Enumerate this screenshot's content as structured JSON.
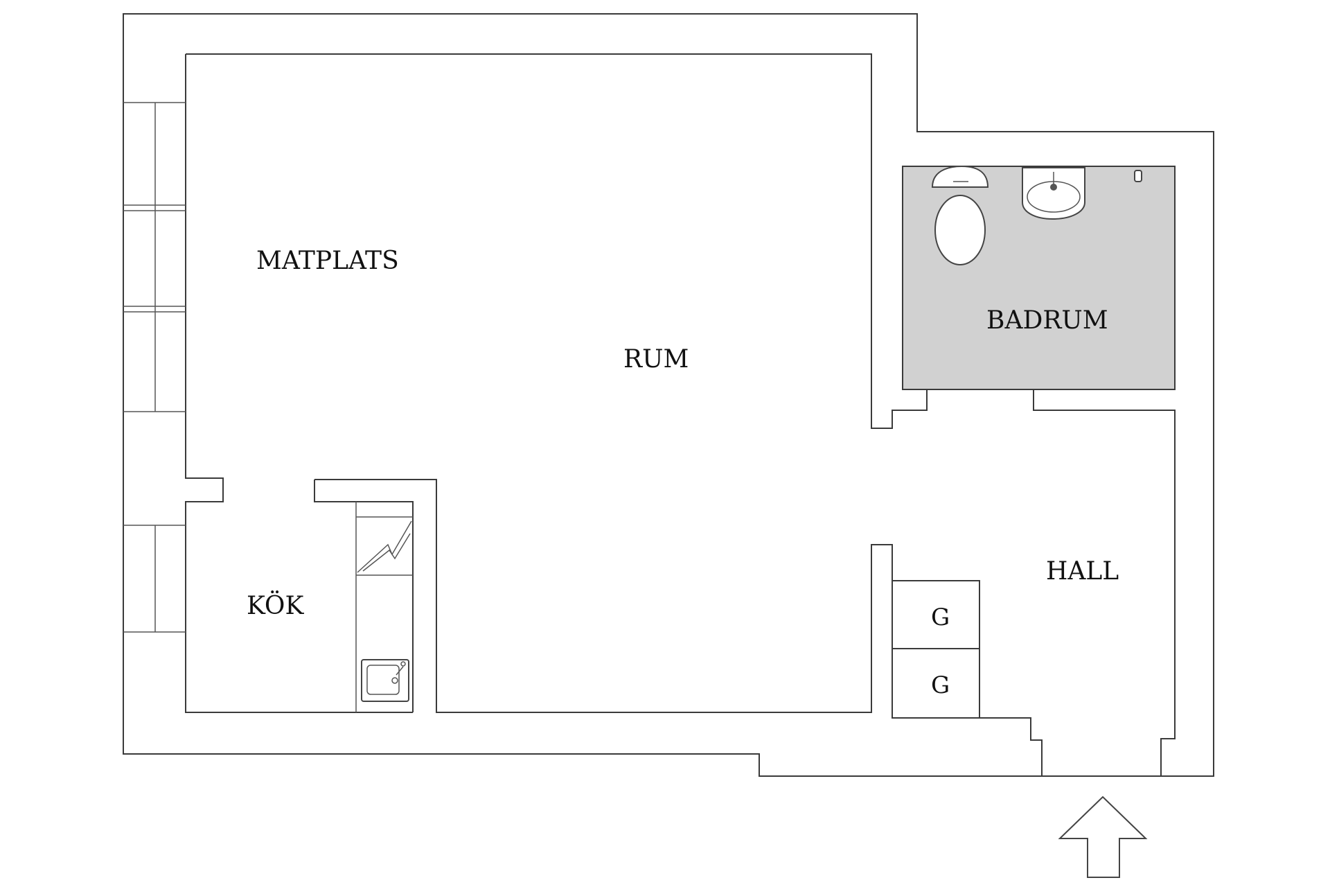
{
  "rooms": {
    "matplats": "MATPLATS",
    "rum": "RUM",
    "badrum": "BADRUM",
    "kok": "KÖK",
    "hall": "HALL"
  },
  "wardrobes": {
    "upper": "G",
    "lower": "G"
  },
  "icons": {
    "toilet": "toilet-icon",
    "washbasin": "washbasin-icon",
    "faucet": "faucet-icon",
    "stove": "stove-icon",
    "sink": "kitchen-sink-icon",
    "entrance": "entrance-arrow-icon"
  },
  "colors": {
    "bathroom_floor": "#d1d1d1",
    "walls": "#3a3a3a",
    "background": "#ffffff"
  }
}
